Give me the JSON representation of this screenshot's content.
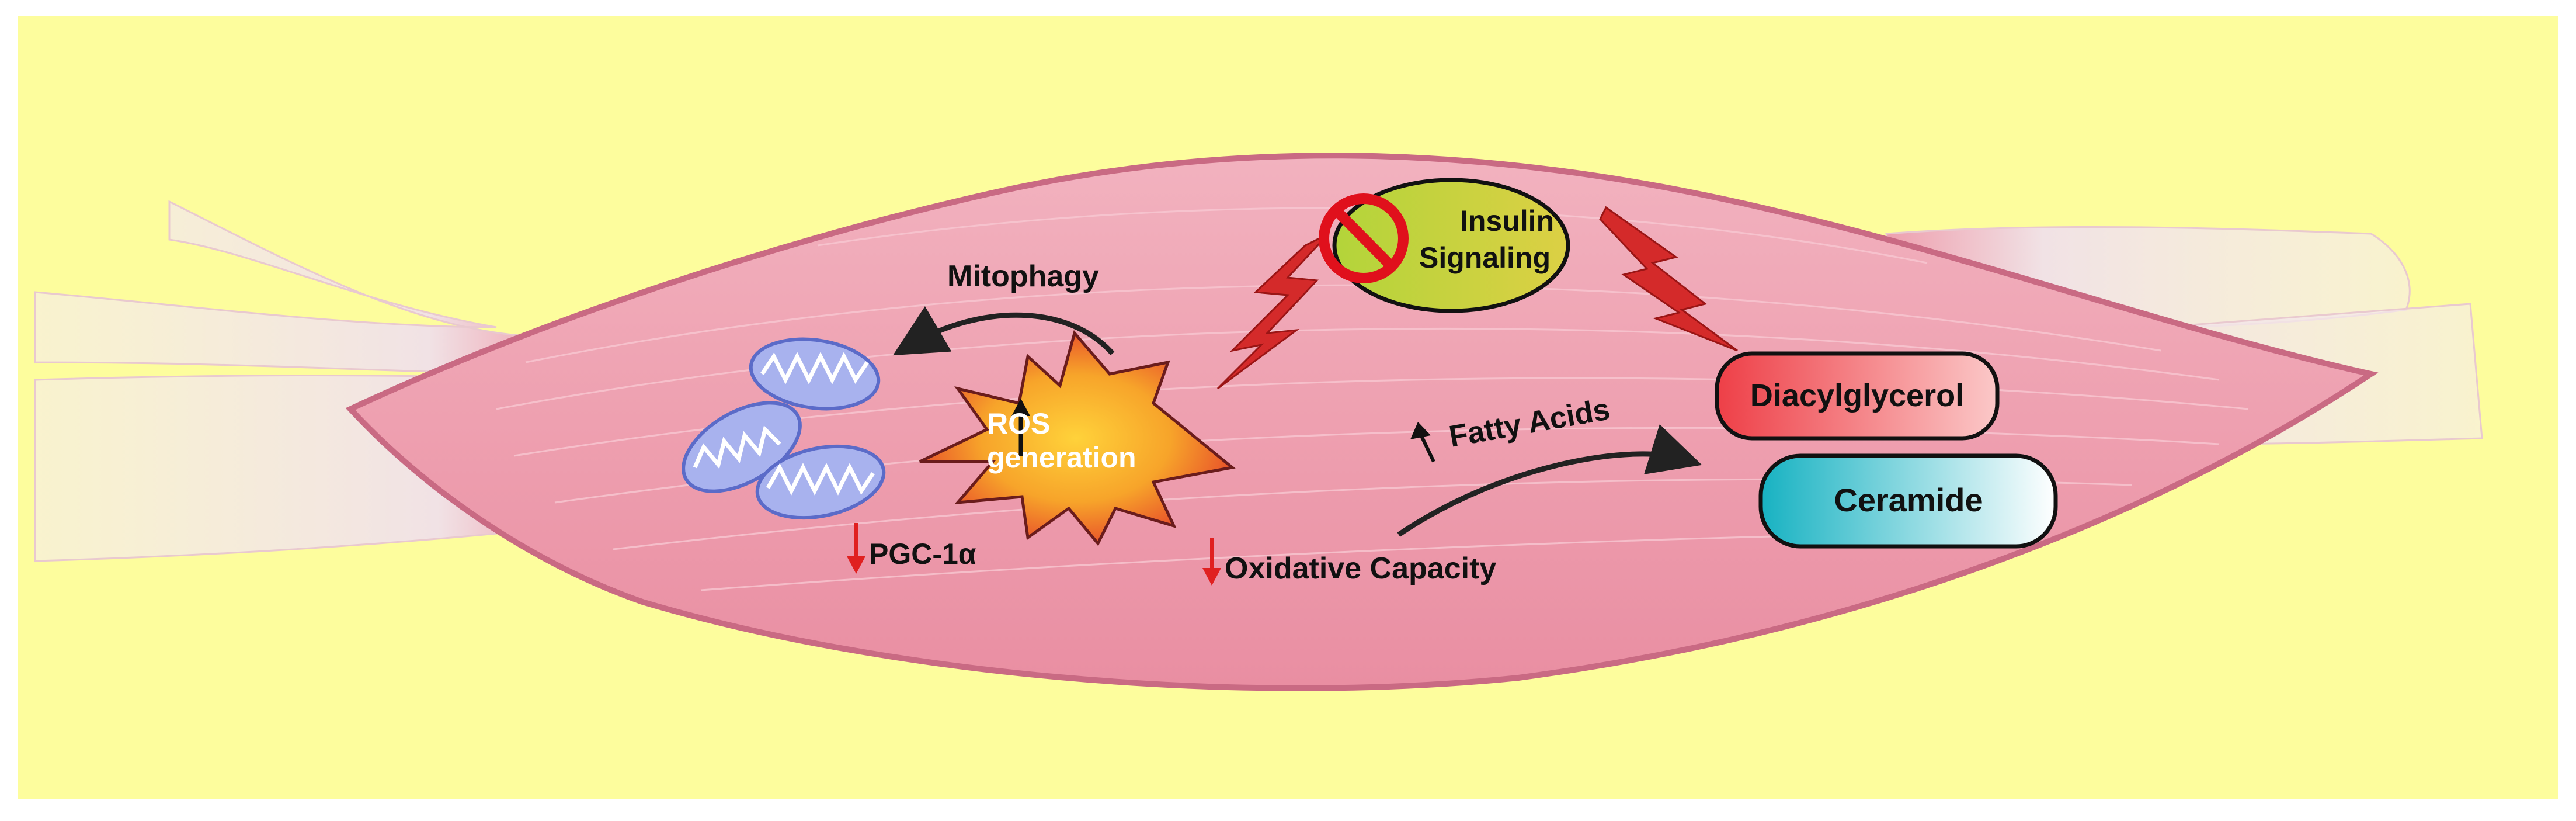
{
  "colors": {
    "background": "#fdfd9d",
    "muscle": "#ee9fae",
    "muscle_edge": "#c96a83",
    "tendon": "#f4e6e8",
    "lightning": "#d42a2a",
    "ros_center": "#fff07a",
    "ros_edge": "#e8472a",
    "insulin_fill": "#c9d93a",
    "no_sign": "#e0101c",
    "diacylglycerol": "#f06060",
    "ceramide": "#1fb7c5",
    "mitochondria": "#6d7fd6",
    "down_arrow": "#e02020"
  },
  "labels": {
    "mitophagy": "Mitophagy",
    "ros_line1": "ROS",
    "ros_line2": "generation",
    "insulin_line1": "Insulin",
    "insulin_line2": "Signaling",
    "fatty_acids": "Fatty Acids",
    "diacylglycerol": "Diacylglycerol",
    "ceramide": "Ceramide",
    "pgc1a": "PGC-1α",
    "oxidative_capacity": "Oxidative Capacity"
  },
  "icons": {
    "up_arrow": "up-arrow-icon",
    "down_arrow": "down-arrow-icon",
    "no_sign": "prohibited-icon",
    "lightning": "lightning-bolt-icon",
    "mitochondrion": "mitochondrion-icon"
  }
}
